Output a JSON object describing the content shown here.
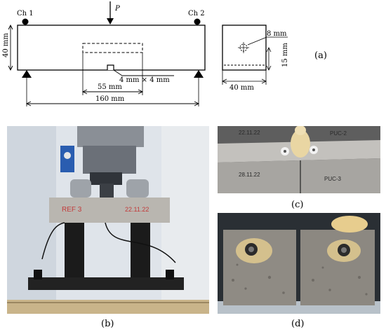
{
  "figure": {
    "sensor_left": "Ch 1",
    "sensor_right": "Ch 2",
    "load_label": "P",
    "height_dim": "40 mm",
    "notch_dim": "4 mm × 4 mm",
    "zone_dim": "55 mm",
    "span_dim": "160 mm",
    "section_width_dim": "40 mm",
    "section_hole_dim": "8 mm",
    "section_depth_dim": "15 mm"
  },
  "panels": {
    "a": "(a)",
    "b": "(b)",
    "c": "(c)",
    "d": "(d)"
  },
  "photo_c_text": {
    "left_mark": "22.11.22",
    "sample_left": "PUC-2",
    "sample_mid": "28.11.22",
    "sample_right": "PUC-3"
  },
  "photo_b_text": {
    "beam_id": "REF 3",
    "beam_date": "22.11.22"
  },
  "colors": {
    "line": "#000000",
    "concrete": "#b9b6b0",
    "foam": "#e9d6a3",
    "frame": "#1b1b1b",
    "photo_bg": "#d7dde3"
  }
}
